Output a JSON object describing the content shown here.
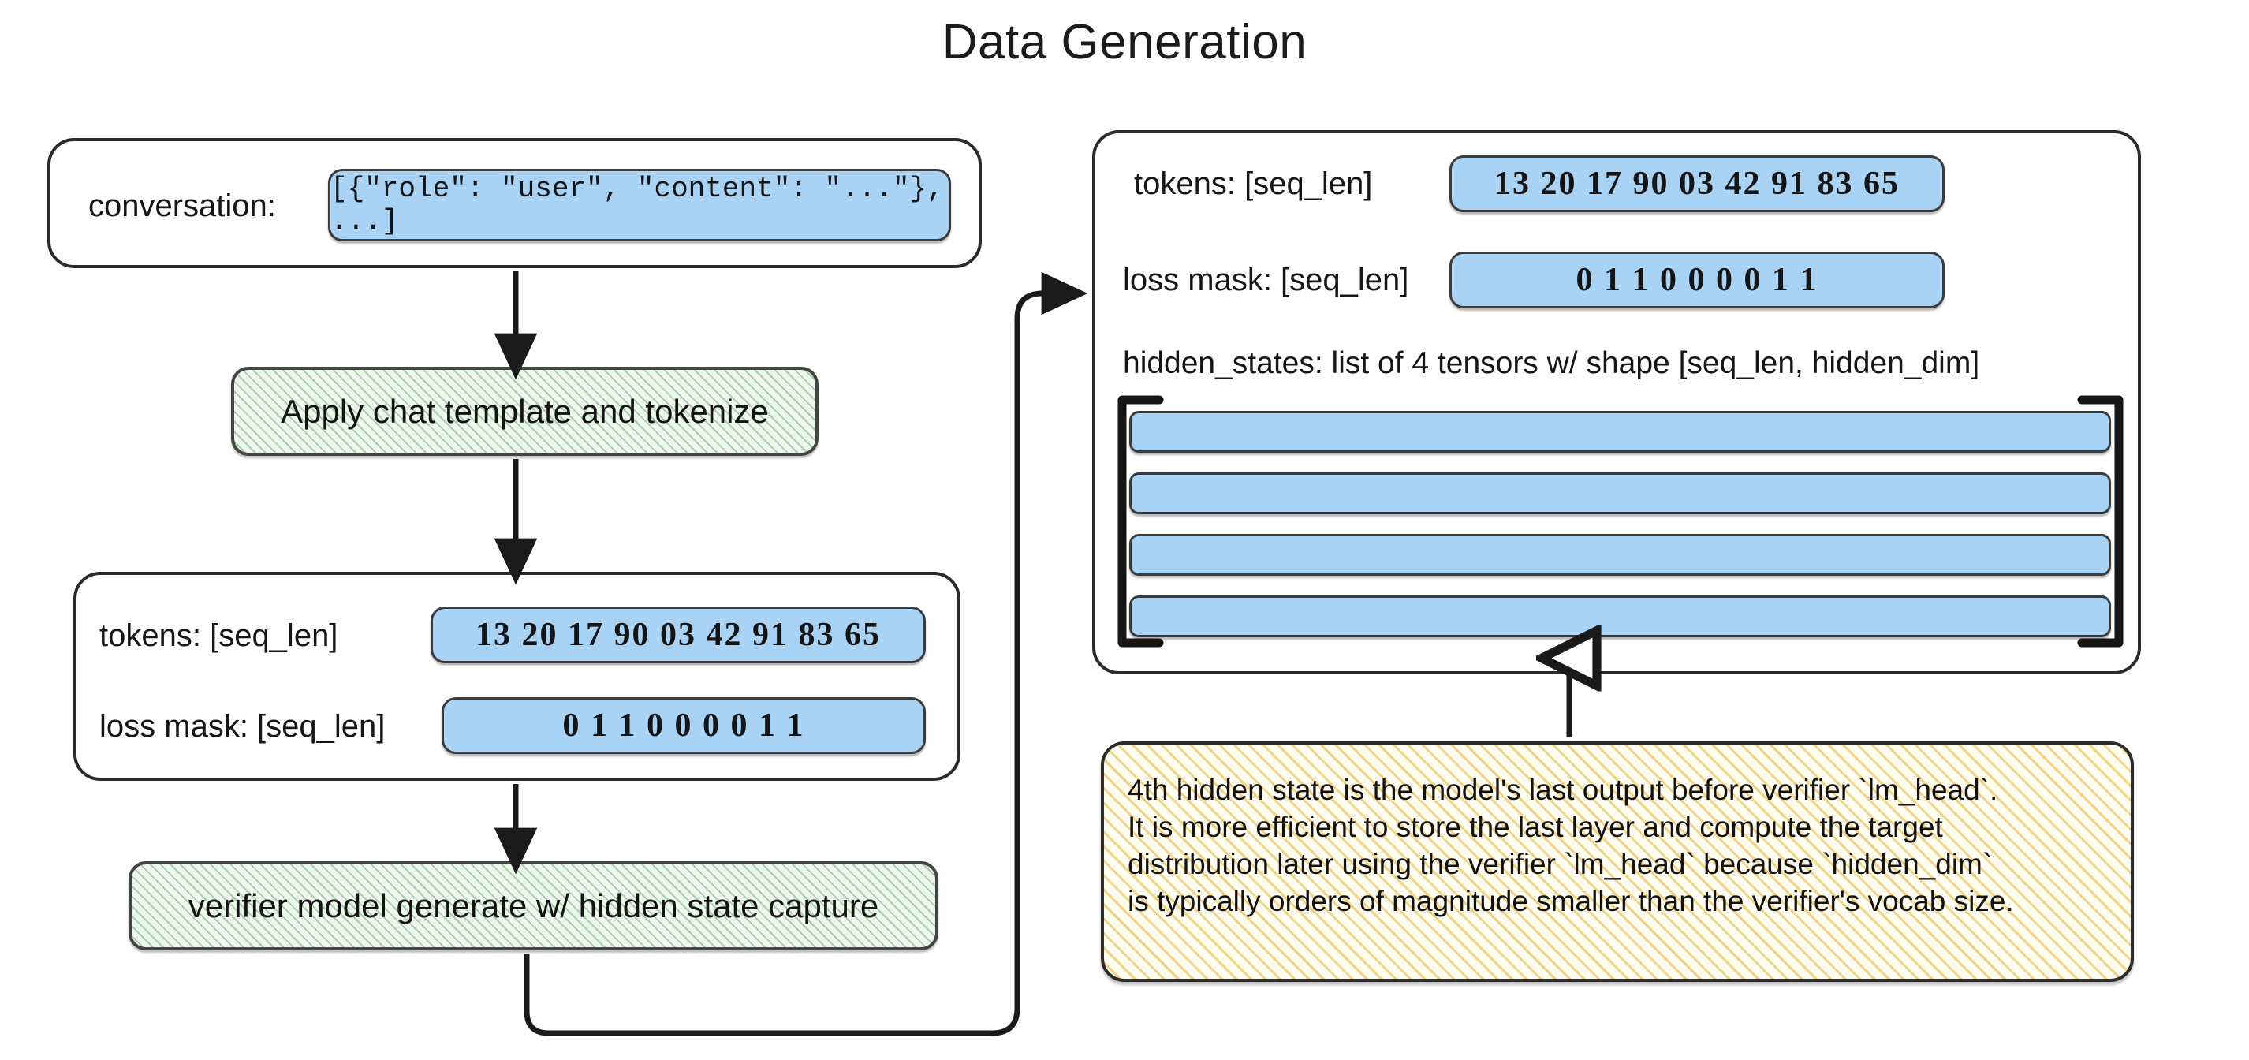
{
  "title": "Data Generation",
  "left": {
    "conversation": {
      "label": "conversation:",
      "value": "[{\"role\": \"user\", \"content\": \"...\"}, ...]"
    },
    "step1": "Apply chat template and tokenize",
    "tensors": {
      "tokens_label": "tokens: [seq_len]",
      "tokens_value": "13 20 17 90 03 42 91 83 65",
      "loss_mask_label": "loss mask: [seq_len]",
      "loss_mask_value": "0  1  1  0  0  0  0  1  1"
    },
    "step2": "verifier model generate w/ hidden state capture"
  },
  "right": {
    "tokens_label": "tokens: [seq_len]",
    "tokens_value": "13 20 17 90 03 42 91 83 65",
    "loss_mask_label": "loss mask: [seq_len]",
    "loss_mask_value": "0  1  1  0  0  0  0  1  1",
    "hidden_states_label": "hidden_states: list of 4 tensors w/ shape [seq_len, hidden_dim]",
    "hidden_state_bars": [
      "",
      "",
      "",
      ""
    ]
  },
  "note": {
    "lines": [
      "4th hidden state is the model's last output before verifier `lm_head`.",
      "It is more efficient to store the last layer and compute the target",
      "distribution later using the verifier `lm_head` because `hidden_dim`",
      "is typically orders of magnitude smaller than the verifier's vocab size."
    ]
  },
  "colors": {
    "pill_blue": "#a9d3f5",
    "process_green": "#eef7ee",
    "note_yellow": "#fffdf2",
    "stroke": "#2b2b2b"
  }
}
